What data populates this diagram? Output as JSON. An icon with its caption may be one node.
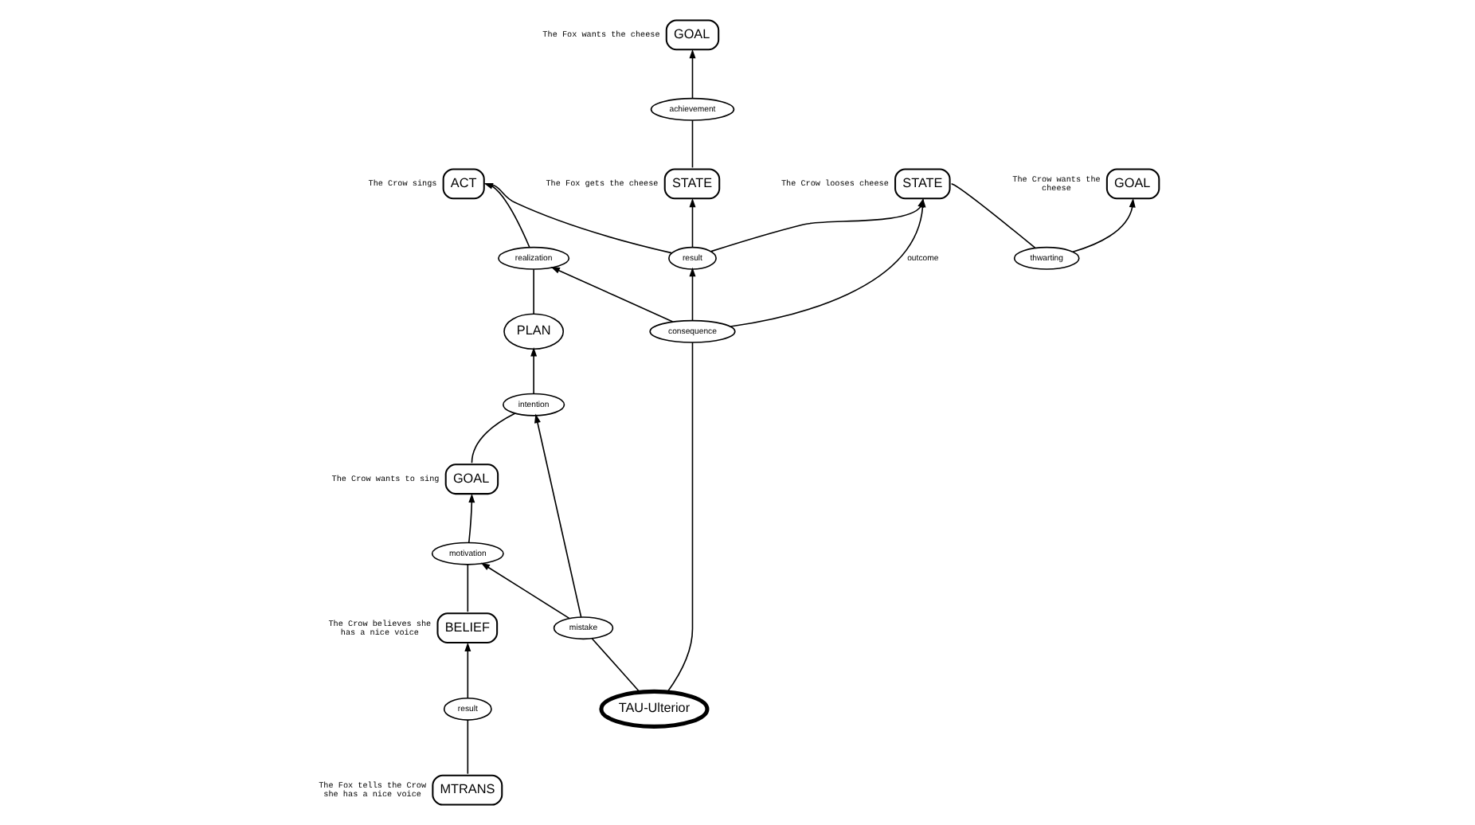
{
  "diagram": {
    "nodes": [
      {
        "text": [
          "GOAL"
        ],
        "beside": [
          "The Fox wants the cheese"
        ]
      },
      {
        "text": [
          "achievement"
        ]
      },
      {
        "text": [
          "STATE"
        ],
        "beside": [
          "The Fox gets the cheese"
        ]
      },
      {
        "text": [
          "TAU-Ulterior"
        ]
      },
      {
        "text": [
          "result"
        ]
      },
      {
        "text": [
          "ACT"
        ],
        "beside": [
          "The Crow sings"
        ]
      },
      {
        "text": [
          "realization"
        ]
      },
      {
        "text": [
          "consequence"
        ]
      },
      {
        "text": [
          "STATE"
        ],
        "beside": [
          "The Crow looses cheese"
        ]
      },
      {
        "text": [
          "thwarting"
        ]
      },
      {
        "text": [
          "GOAL"
        ],
        "beside": [
          "The Crow wants the cheese"
        ]
      },
      {
        "text": [
          "PLAN"
        ]
      },
      {
        "text": [
          "mistake"
        ]
      },
      {
        "text": [
          "intention"
        ]
      },
      {
        "text": [
          "MTRANS"
        ],
        "beside": [
          "The Fox tells the Crow she has a nice voice"
        ]
      },
      {
        "text": [
          "result"
        ]
      },
      {
        "text": [
          "BELIEF"
        ],
        "beside": [
          "The Crow believes she has a nice voice"
        ]
      },
      {
        "text": [
          "motivation"
        ]
      },
      {
        "text": [
          "GOAL"
        ],
        "beside": [
          "The Crow wants to sing"
        ]
      }
    ],
    "edges": [
      {
        "from": 1,
        "to": 0,
        "arrow": "to"
      },
      {
        "from": 2,
        "to": 1,
        "arrow": "none"
      },
      {
        "from": 4,
        "to": 2,
        "arrow": "to"
      },
      {
        "from": 4,
        "to": 8,
        "arrow": "to"
      },
      {
        "from": 4,
        "to": 5,
        "arrow": "none"
      },
      {
        "from": 3,
        "to": 7,
        "arrow": "none"
      },
      {
        "from": 7,
        "to": 4,
        "arrow": "to"
      },
      {
        "from": 7,
        "to": 6,
        "arrow": "to"
      },
      {
        "from": 6,
        "to": 5,
        "arrow": "to"
      },
      {
        "from": 11,
        "to": 6,
        "arrow": "none"
      },
      {
        "from": 7,
        "to": 8,
        "arrow": "to",
        "label": "outcome"
      },
      {
        "from": 9,
        "to": 8,
        "arrow": "none"
      },
      {
        "from": 9,
        "to": 10,
        "arrow": "to"
      },
      {
        "from": 3,
        "to": 12,
        "arrow": "none"
      },
      {
        "from": 12,
        "to": 13,
        "arrow": "to"
      },
      {
        "from": 12,
        "to": 17,
        "arrow": "to"
      },
      {
        "from": 13,
        "to": 11,
        "arrow": "to"
      },
      {
        "from": 18,
        "to": 13,
        "arrow": "none"
      },
      {
        "from": 14,
        "to": 15,
        "arrow": "none"
      },
      {
        "from": 15,
        "to": 16,
        "arrow": "to"
      },
      {
        "from": 16,
        "to": 17,
        "arrow": "none"
      },
      {
        "from": 17,
        "to": 18,
        "arrow": "to"
      }
    ]
  }
}
